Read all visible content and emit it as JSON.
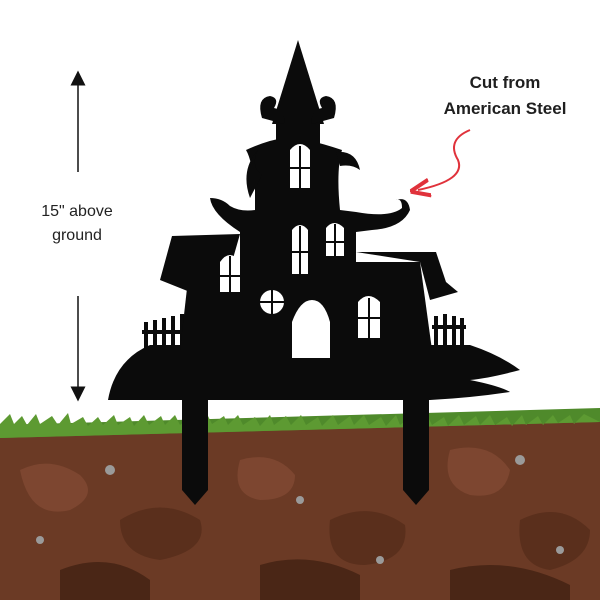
{
  "annotations": {
    "height_line1": "15\" above",
    "height_line2": "ground",
    "material_line1": "Cut from",
    "material_line2": "American Steel"
  },
  "colors": {
    "silhouette": "#0b0b0b",
    "grass": "#4f8a2b",
    "soil": "#6b3a25",
    "soil_dark": "#4a2616",
    "arrow_red": "#e0323b",
    "measure_line": "#111111"
  },
  "icons": [
    "haunted-house-icon",
    "measure-arrow-icon",
    "curved-arrow-icon"
  ]
}
